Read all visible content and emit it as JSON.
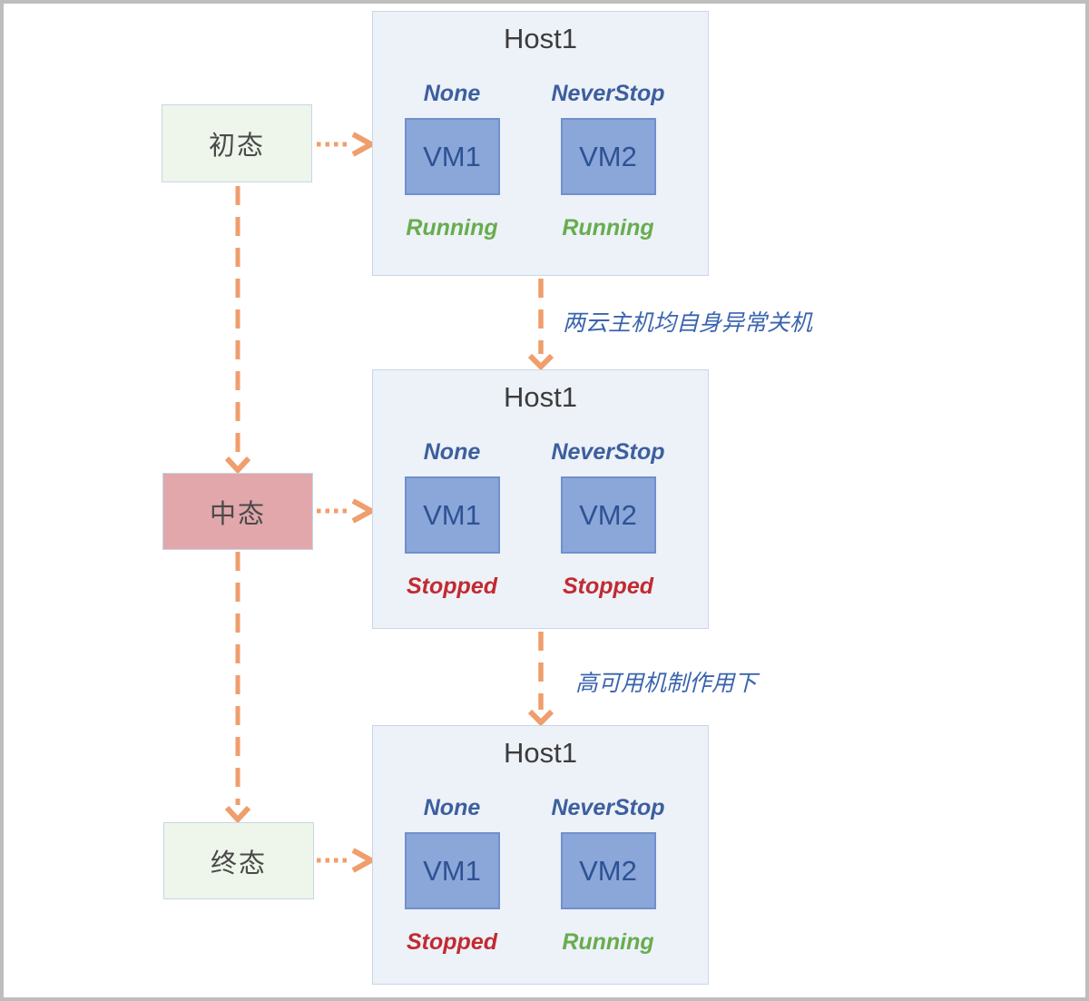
{
  "diagram": {
    "states": [
      {
        "label": "初态",
        "kind": "normal"
      },
      {
        "label": "中态",
        "kind": "alert"
      },
      {
        "label": "终态",
        "kind": "normal"
      }
    ],
    "hosts": [
      {
        "title": "Host1",
        "vms": [
          {
            "policy": "None",
            "name": "VM1",
            "status": "Running",
            "status_kind": "running"
          },
          {
            "policy": "NeverStop",
            "name": "VM2",
            "status": "Running",
            "status_kind": "running"
          }
        ]
      },
      {
        "title": "Host1",
        "vms": [
          {
            "policy": "None",
            "name": "VM1",
            "status": "Stopped",
            "status_kind": "stopped"
          },
          {
            "policy": "NeverStop",
            "name": "VM2",
            "status": "Stopped",
            "status_kind": "stopped"
          }
        ]
      },
      {
        "title": "Host1",
        "vms": [
          {
            "policy": "None",
            "name": "VM1",
            "status": "Stopped",
            "status_kind": "stopped"
          },
          {
            "policy": "NeverStop",
            "name": "VM2",
            "status": "Running",
            "status_kind": "running"
          }
        ]
      }
    ],
    "transitions": [
      {
        "label": "两云主机均自身异常关机"
      },
      {
        "label": "高可用机制作用下"
      }
    ],
    "colors": {
      "arrow_orange": "#EF9E6C",
      "running_green": "#67AD4E",
      "stopped_red": "#C22A31",
      "vm_fill_blue": "#8BA6D9",
      "vm_border_blue": "#7090CC",
      "host_bg": "#EDF1F8",
      "host_border": "#C9D6EA",
      "state_green_bg": "#EEF5EA",
      "state_pink_bg": "#E1A7AB",
      "label_blue": "#3A64AE",
      "frame_gray": "#BDBDBD"
    }
  }
}
